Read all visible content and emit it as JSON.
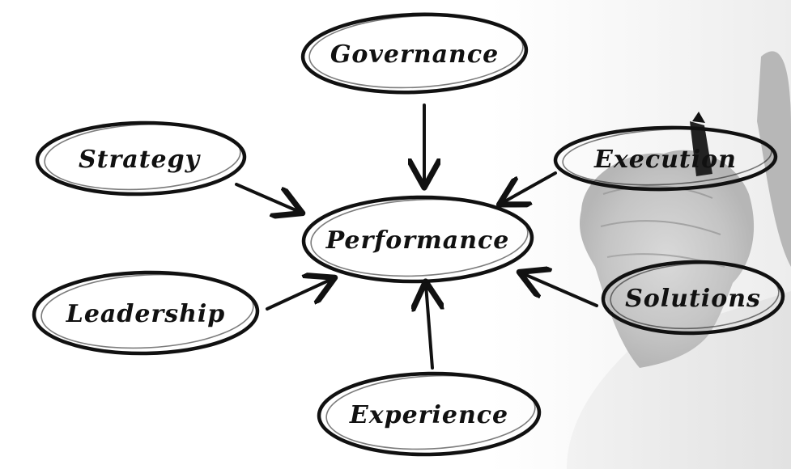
{
  "diagram": {
    "center": {
      "label": "Performance"
    },
    "nodes": [
      {
        "id": "governance",
        "label": "Governance"
      },
      {
        "id": "strategy",
        "label": "Strategy"
      },
      {
        "id": "execution",
        "label": "Execution"
      },
      {
        "id": "leadership",
        "label": "Leadership"
      },
      {
        "id": "solutions",
        "label": "Solutions"
      },
      {
        "id": "experience",
        "label": "Experience"
      }
    ],
    "edges": [
      {
        "from": "governance",
        "to": "performance"
      },
      {
        "from": "strategy",
        "to": "performance"
      },
      {
        "from": "execution",
        "to": "performance"
      },
      {
        "from": "leadership",
        "to": "performance"
      },
      {
        "from": "solutions",
        "to": "performance"
      },
      {
        "from": "experience",
        "to": "performance"
      }
    ],
    "ink_color": "#111111",
    "background_color": "#ffffff"
  }
}
